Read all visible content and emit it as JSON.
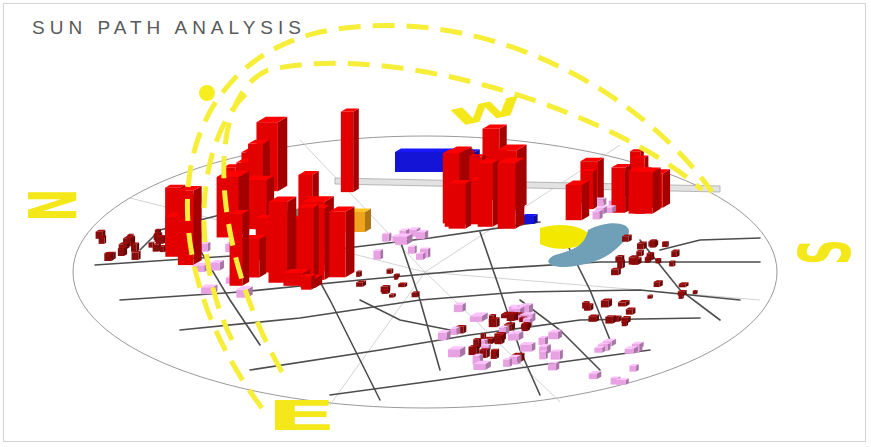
{
  "diagram": {
    "title": "SUN PATH ANALYSIS",
    "labels": [
      "N",
      "W",
      "S",
      "E"
    ]
  }
}
